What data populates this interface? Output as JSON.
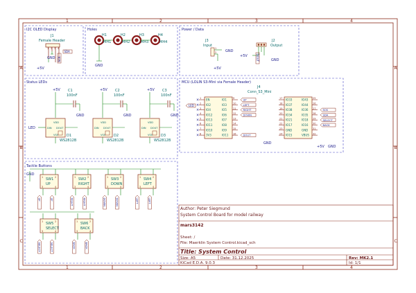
{
  "sheet": {
    "columns": [
      "1",
      "2",
      "3",
      "4"
    ],
    "rows": [
      "A",
      "B",
      "C"
    ]
  },
  "oled": {
    "title": "I2C OLED Display",
    "ref": "J1",
    "value": "Female Header",
    "pins": [
      "1",
      "2",
      "3",
      "4"
    ],
    "power_label": "+5V",
    "gnd_label": "GND",
    "labels": [
      "SCK",
      "SDA"
    ]
  },
  "holes": {
    "title": "Holes",
    "items": [
      {
        "ref": "H1",
        "val": "MH1"
      },
      {
        "ref": "H2",
        "val": "MH2"
      },
      {
        "ref": "H3",
        "val": "MH3"
      },
      {
        "ref": "H4",
        "val": "MH4"
      }
    ],
    "gnd_label": "GND"
  },
  "power": {
    "title": "Power / Data",
    "input_ref": "J3",
    "input_val": "Input",
    "output_ref": "J2",
    "output_val": "Output",
    "pin1": "1",
    "pin2": "2",
    "pin3": "3",
    "gnd_label": "GND",
    "pwr_label": "+5V",
    "dout_label": "DOUT"
  },
  "leds": {
    "title": "Status LEDs",
    "pwr_label": "+5V",
    "gnd_label": "GND",
    "input_label": "LED",
    "caps": [
      {
        "ref": "C1",
        "val": "100nF"
      },
      {
        "ref": "C2",
        "val": "100nF"
      },
      {
        "ref": "C3",
        "val": "100nF"
      }
    ],
    "parts": [
      {
        "ref": "D1",
        "val": "WS2812B"
      },
      {
        "ref": "D2",
        "val": "WS2812B"
      },
      {
        "ref": "D3",
        "val": "WS2812B"
      }
    ],
    "pins": {
      "vdd": "VDD",
      "vss": "VSS",
      "din": "DIN",
      "dout": "DOUT"
    }
  },
  "mcu": {
    "title": "MCU (LOLIN S3-Mini via Female Header)",
    "ref": "J4",
    "value": "Conn_S3_Mini",
    "left_pins": [
      {
        "num": "1",
        "name": "EN",
        "io": "IO1",
        "right": "9",
        "net": "UP"
      },
      {
        "num": "2",
        "name": "IO2",
        "io": "IO3",
        "right": "10",
        "net": "LEFT"
      },
      {
        "num": "3",
        "name": "IO4",
        "io": "IO5",
        "right": "11",
        "net": "RIGHT"
      },
      {
        "num": "4",
        "name": "IO12",
        "io": "IO6",
        "right": "12",
        "net": "DOWN"
      },
      {
        "num": "5",
        "name": "IO13",
        "io": "IO7",
        "right": "13",
        "net": ""
      },
      {
        "num": "6",
        "name": "IO11",
        "io": "IO8",
        "right": "14",
        "net": ""
      },
      {
        "num": "7",
        "name": "IO10",
        "io": "IO9",
        "right": "15",
        "net": ""
      },
      {
        "num": "8",
        "name": "3V3",
        "io": "IO11",
        "right": "16",
        "net": "DOUT"
      }
    ],
    "right_pins": [
      {
        "num": "17",
        "name": "IO33",
        "io": "IO43",
        "right": "25",
        "net": ""
      },
      {
        "num": "18",
        "name": "IO37",
        "io": "IO44",
        "right": "26",
        "net": ""
      },
      {
        "num": "19",
        "name": "IO38",
        "io": "IO36",
        "right": "27",
        "net": "SCK"
      },
      {
        "num": "20",
        "name": "IO34",
        "io": "IO35",
        "right": "28",
        "net": "SDA"
      },
      {
        "num": "21",
        "name": "IO21",
        "io": "IO18",
        "right": "29",
        "net": "SELECT"
      },
      {
        "num": "22",
        "name": "IO17",
        "io": "IO16",
        "right": "30",
        "net": "BACK"
      },
      {
        "num": "23",
        "name": "GND",
        "io": "GND",
        "right": "31",
        "net": ""
      },
      {
        "num": "24",
        "name": "IO15",
        "io": "VBUS",
        "right": "32",
        "net": ""
      }
    ],
    "led_label": "LED",
    "gnd_label": "GND",
    "pwr_label": "+5V"
  },
  "buttons": {
    "title": "Tactile Buttons",
    "gnd_label": "GND",
    "row1": [
      {
        "ref": "SW1",
        "val": "UP",
        "nets": [
          "UP",
          "UP"
        ]
      },
      {
        "ref": "SW2",
        "val": "RIGHT",
        "nets": [
          "RIGHT",
          "RIGHT"
        ]
      },
      {
        "ref": "SW3",
        "val": "DOWN",
        "nets": [
          "DOWN",
          "DOWN"
        ]
      },
      {
        "ref": "SW4",
        "val": "LEFT",
        "nets": [
          "LEFT",
          "LEFT"
        ]
      }
    ],
    "row2": [
      {
        "ref": "SW5",
        "val": "SELECT",
        "nets": [
          "SELECT",
          "SELECT"
        ]
      },
      {
        "ref": "SW6",
        "val": "BACK",
        "nets": [
          "BACK",
          "BACK"
        ]
      }
    ],
    "pin_nums": [
      "1",
      "2",
      "3",
      "4"
    ]
  },
  "title_block": {
    "author": "Author: Peter Siegmund",
    "description": "System Control Board for model railway",
    "company": "mars3142",
    "sheet": "Sheet: /",
    "file": "File: Maerklin System Control.kicad_sch",
    "title": "Title: System Control",
    "size": "Size: A5",
    "date": "Date: 31.12.2025",
    "rev": "Rev: MK2.1",
    "tool": "KiCad E.D.A. 9.0.3",
    "id": "Id: 1/1"
  }
}
